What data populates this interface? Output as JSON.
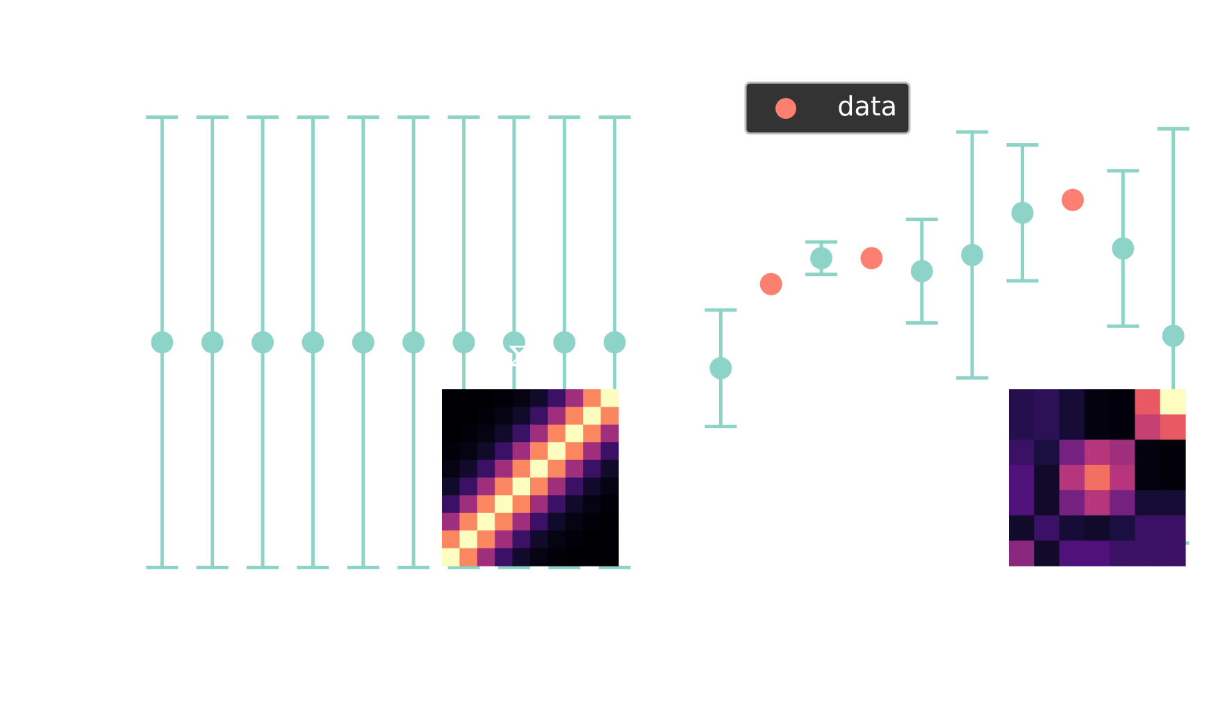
{
  "chart_data": [
    {
      "type": "scatter",
      "subtype": "errorbar",
      "title": "",
      "xlabel": "",
      "ylabel": "",
      "x": [
        0,
        1,
        2,
        3,
        4,
        5,
        6,
        7,
        8,
        9
      ],
      "xlim": [
        -0.35,
        9.35
      ],
      "ylim": [
        -1.15,
        1.15
      ],
      "series": [
        {
          "role": "prediction",
          "color": "#8dd3c7",
          "values": [
            0,
            0,
            0,
            0,
            0,
            0,
            0,
            0,
            0,
            0
          ],
          "errors": [
            1,
            1,
            1,
            1,
            1,
            1,
            1,
            1,
            1,
            1
          ]
        }
      ],
      "inset": {
        "type": "heatmap",
        "label": "Σ",
        "colormap": "magma",
        "position": "bottom-right",
        "values": [
          [
            0.0,
            0.0,
            0.0,
            0.01,
            0.03,
            0.08,
            0.2,
            0.45,
            0.75,
            1.0
          ],
          [
            0.0,
            0.0,
            0.01,
            0.03,
            0.08,
            0.2,
            0.45,
            0.75,
            1.0,
            0.75
          ],
          [
            0.0,
            0.01,
            0.03,
            0.08,
            0.2,
            0.45,
            0.75,
            1.0,
            0.75,
            0.45
          ],
          [
            0.01,
            0.03,
            0.08,
            0.2,
            0.45,
            0.75,
            1.0,
            0.75,
            0.45,
            0.2
          ],
          [
            0.03,
            0.08,
            0.2,
            0.45,
            0.75,
            1.0,
            0.75,
            0.45,
            0.2,
            0.08
          ],
          [
            0.08,
            0.2,
            0.45,
            0.75,
            1.0,
            0.75,
            0.45,
            0.2,
            0.08,
            0.03
          ],
          [
            0.2,
            0.45,
            0.75,
            1.0,
            0.75,
            0.45,
            0.2,
            0.08,
            0.03,
            0.01
          ],
          [
            0.45,
            0.75,
            1.0,
            0.75,
            0.45,
            0.2,
            0.08,
            0.03,
            0.01,
            0.0
          ],
          [
            0.75,
            1.0,
            0.75,
            0.45,
            0.2,
            0.08,
            0.03,
            0.01,
            0.0,
            0.0
          ],
          [
            1.0,
            0.75,
            0.45,
            0.2,
            0.08,
            0.03,
            0.01,
            0.0,
            0.0,
            0.0
          ]
        ]
      }
    },
    {
      "type": "scatter",
      "subtype": "errorbar",
      "title": "",
      "xlabel": "",
      "ylabel": "",
      "x": [
        0,
        1,
        2,
        3,
        4,
        5,
        6,
        7,
        8,
        9
      ],
      "xlim": [
        -0.35,
        9.35
      ],
      "ylim": [
        -0.35,
        1.25
      ],
      "legend": {
        "position": "top-left",
        "entries": [
          "data"
        ]
      },
      "series": [
        {
          "name": "data",
          "color": "#fb8072",
          "x": [
            1,
            3,
            7
          ],
          "values": [
            0.63,
            0.71,
            0.89
          ]
        },
        {
          "role": "prediction",
          "color": "#8dd3c7",
          "x": [
            0,
            2,
            4,
            5,
            6,
            8,
            9
          ],
          "values": [
            0.37,
            0.71,
            0.67,
            0.72,
            0.85,
            0.74,
            0.47
          ],
          "errors": [
            0.18,
            0.05,
            0.16,
            0.38,
            0.21,
            0.24,
            0.64
          ]
        }
      ],
      "inset": {
        "type": "heatmap",
        "colormap": "magma",
        "position": "bottom-right",
        "values": [
          [
            0.15,
            0.17,
            0.1,
            0.02,
            0.01,
            0.65,
            1.0
          ],
          [
            0.15,
            0.17,
            0.1,
            0.02,
            0.01,
            0.55,
            0.65
          ],
          [
            0.2,
            0.12,
            0.35,
            0.5,
            0.45,
            0.02,
            0.01
          ],
          [
            0.25,
            0.08,
            0.5,
            0.7,
            0.5,
            0.02,
            0.01
          ],
          [
            0.25,
            0.08,
            0.35,
            0.5,
            0.35,
            0.1,
            0.1
          ],
          [
            0.08,
            0.2,
            0.1,
            0.08,
            0.12,
            0.2,
            0.2
          ],
          [
            0.4,
            0.08,
            0.25,
            0.25,
            0.2,
            0.2,
            0.2
          ]
        ]
      }
    }
  ]
}
